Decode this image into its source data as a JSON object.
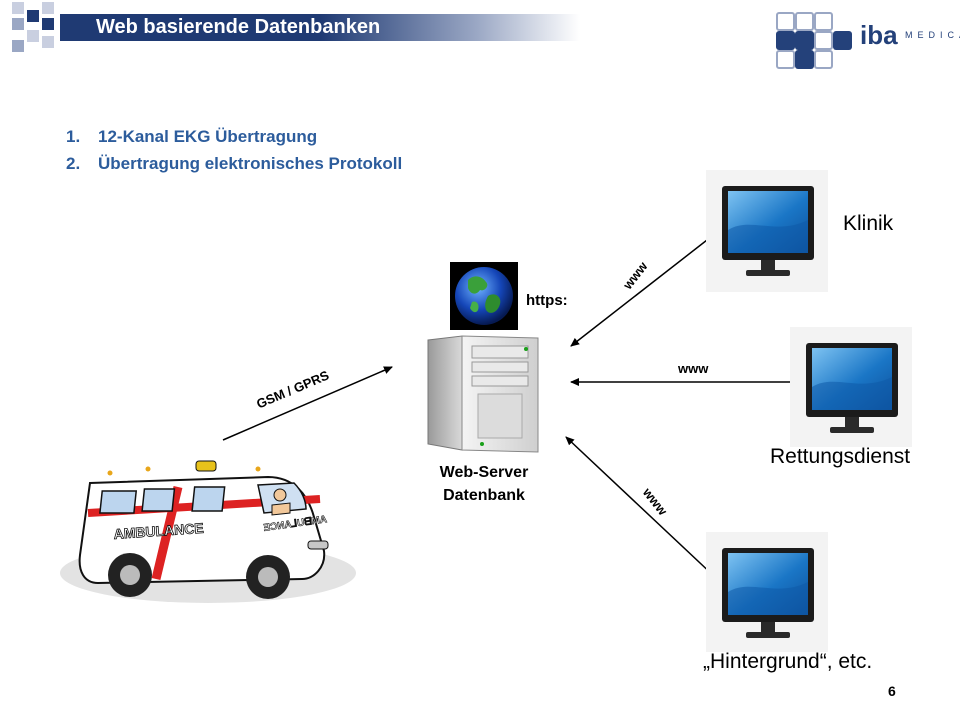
{
  "header": {
    "title": "Web basierende Datenbanken"
  },
  "logo": {
    "brand": "iba",
    "subtitle": "MEDICAL"
  },
  "list": {
    "items": [
      {
        "num": "1.",
        "text": "12-Kanal EKG Übertragung"
      },
      {
        "num": "2.",
        "text": "Übertragung elektronisches Protokoll"
      }
    ]
  },
  "diagram": {
    "https_label": "https:",
    "server_label_line1": "Web-Server",
    "server_label_line2": "Datenbank",
    "gsm_label": "GSM / GPRS",
    "www_top": "www",
    "www_mid": "www",
    "www_bottom": "www",
    "clinic_label": "Klinik",
    "rescue_label": "Rettungsdienst",
    "background_label": "„Hintergrund“, etc.",
    "ambulance_text_side": "AMBULANCE",
    "ambulance_text_front": "ƎƆИA⅃UᗺMA"
  },
  "footer": {
    "page_number": "6"
  }
}
